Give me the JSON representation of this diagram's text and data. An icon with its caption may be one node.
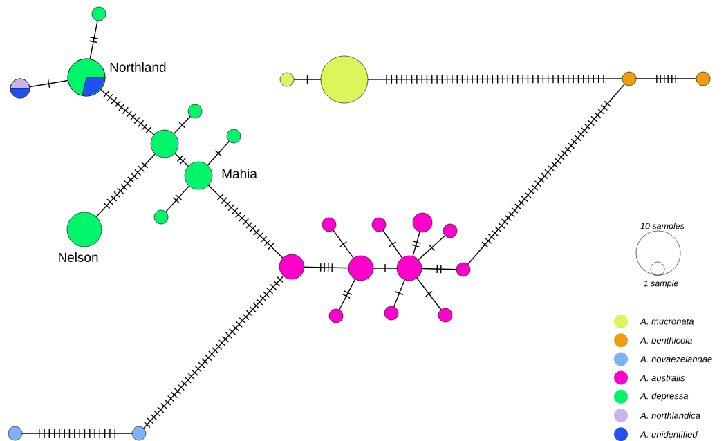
{
  "diagram": {
    "nodes": [
      {
        "text": [],
        "shape": "circle"
      },
      {
        "text": [],
        "shape": "circle",
        "beside": [
          "Northland"
        ]
      },
      {
        "text": [],
        "shape": "circle"
      },
      {
        "text": [],
        "shape": "circle"
      },
      {
        "text": [],
        "shape": "circle"
      },
      {
        "text": [],
        "shape": "circle"
      },
      {
        "text": [],
        "shape": "circle",
        "beside": [
          "Mahia"
        ]
      },
      {
        "text": [],
        "shape": "circle"
      },
      {
        "text": [],
        "shape": "circle",
        "beside": [
          "Nelson"
        ]
      },
      {
        "text": [],
        "shape": "circle"
      },
      {
        "text": [],
        "shape": "circle"
      },
      {
        "text": [],
        "shape": "circle"
      },
      {
        "text": [],
        "shape": "circle"
      },
      {
        "text": [],
        "shape": "circle"
      },
      {
        "text": [],
        "shape": "circle"
      },
      {
        "text": [],
        "shape": "circle"
      },
      {
        "text": [],
        "shape": "circle"
      },
      {
        "text": [],
        "shape": "circle"
      },
      {
        "text": [],
        "shape": "circle"
      },
      {
        "text": [],
        "shape": "circle"
      },
      {
        "text": [],
        "shape": "circle"
      },
      {
        "text": [],
        "shape": "circle"
      },
      {
        "text": [],
        "shape": "circle"
      },
      {
        "text": [],
        "shape": "circle"
      },
      {
        "text": [],
        "shape": "circle"
      },
      {
        "text": [],
        "shape": "circle"
      }
    ],
    "edges": [
      {
        "from": 1,
        "to": 0,
        "arrow": "none"
      },
      {
        "from": 1,
        "to": 2,
        "arrow": "none"
      },
      {
        "from": 1,
        "to": 3,
        "arrow": "none"
      },
      {
        "from": 3,
        "to": 4,
        "arrow": "none"
      },
      {
        "from": 3,
        "to": 8,
        "arrow": "none"
      },
      {
        "from": 3,
        "to": 6,
        "arrow": "none"
      },
      {
        "from": 6,
        "to": 5,
        "arrow": "none"
      },
      {
        "from": 6,
        "to": 7,
        "arrow": "none"
      },
      {
        "from": 6,
        "to": 9,
        "arrow": "none"
      },
      {
        "from": 9,
        "to": 10,
        "arrow": "none"
      },
      {
        "from": 9,
        "to": 24,
        "arrow": "none"
      },
      {
        "from": 10,
        "to": 11,
        "arrow": "none"
      },
      {
        "from": 10,
        "to": 12,
        "arrow": "none"
      },
      {
        "from": 10,
        "to": 13,
        "arrow": "none"
      },
      {
        "from": 13,
        "to": 14,
        "arrow": "none"
      },
      {
        "from": 13,
        "to": 15,
        "arrow": "none"
      },
      {
        "from": 13,
        "to": 16,
        "arrow": "none"
      },
      {
        "from": 13,
        "to": 17,
        "arrow": "none"
      },
      {
        "from": 13,
        "to": 18,
        "arrow": "none"
      },
      {
        "from": 13,
        "to": 19,
        "arrow": "none"
      },
      {
        "from": 19,
        "to": 22,
        "arrow": "none"
      },
      {
        "from": 20,
        "to": 21,
        "arrow": "none"
      },
      {
        "from": 21,
        "to": 22,
        "arrow": "none"
      },
      {
        "from": 22,
        "to": 23,
        "arrow": "none"
      },
      {
        "from": 24,
        "to": 25,
        "arrow": "none"
      }
    ],
    "labels": [
      "10 samples",
      "1 sample"
    ],
    "legend": [
      {
        "text": "A. mucronata",
        "color": "#dcf55a"
      },
      {
        "text": "A. benthicola",
        "color": "#f09b10"
      },
      {
        "text": "A. novaezelandae",
        "color": "#80b0f5"
      },
      {
        "text": "A. australis",
        "color": "#ff00cc"
      },
      {
        "text": "A. depressa",
        "color": "#00f56a"
      },
      {
        "text": "A. northlandica",
        "color": "#c8b4e6"
      },
      {
        "text": "A. unidentified",
        "color": "#2050f0"
      }
    ]
  }
}
